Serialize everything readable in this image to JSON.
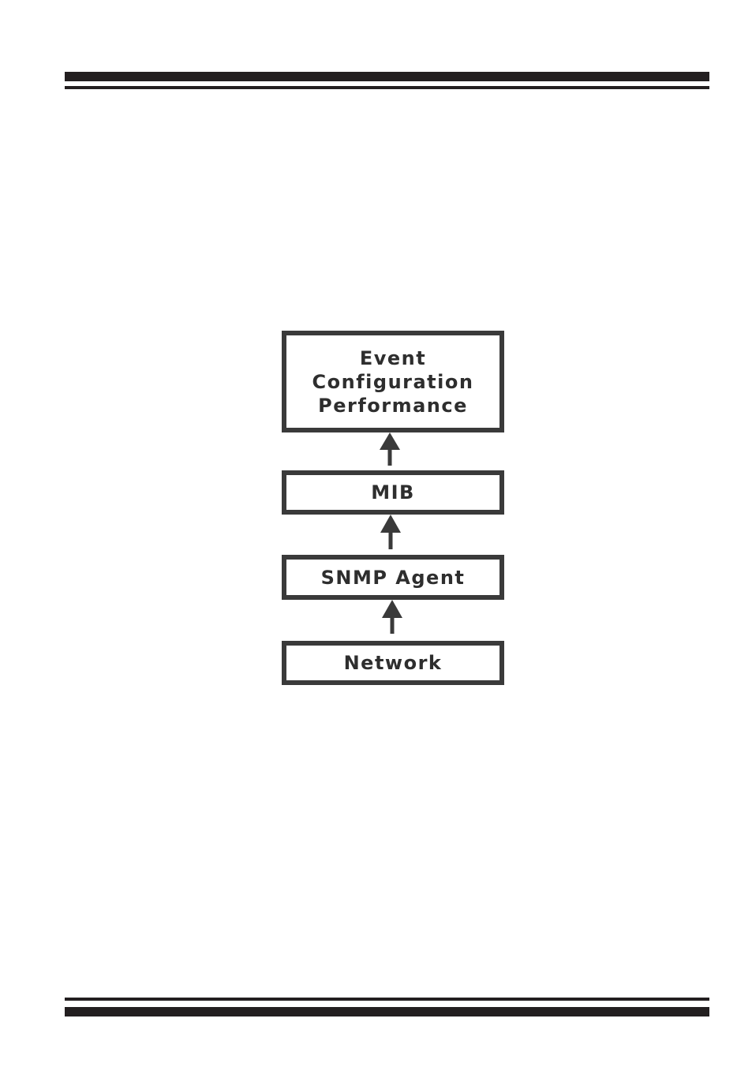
{
  "diagram": {
    "top_box": {
      "lines": [
        "Event",
        "Configuration",
        "Performance"
      ]
    },
    "mib_box": {
      "label": "MIB"
    },
    "snmp_box": {
      "label": "SNMP Agent"
    },
    "network_box": {
      "label": "Network"
    }
  },
  "colors": {
    "rule": "#231f20",
    "box_border": "#3a3a3a",
    "text": "#2e2e2e",
    "arrow": "#3a3a3a"
  }
}
